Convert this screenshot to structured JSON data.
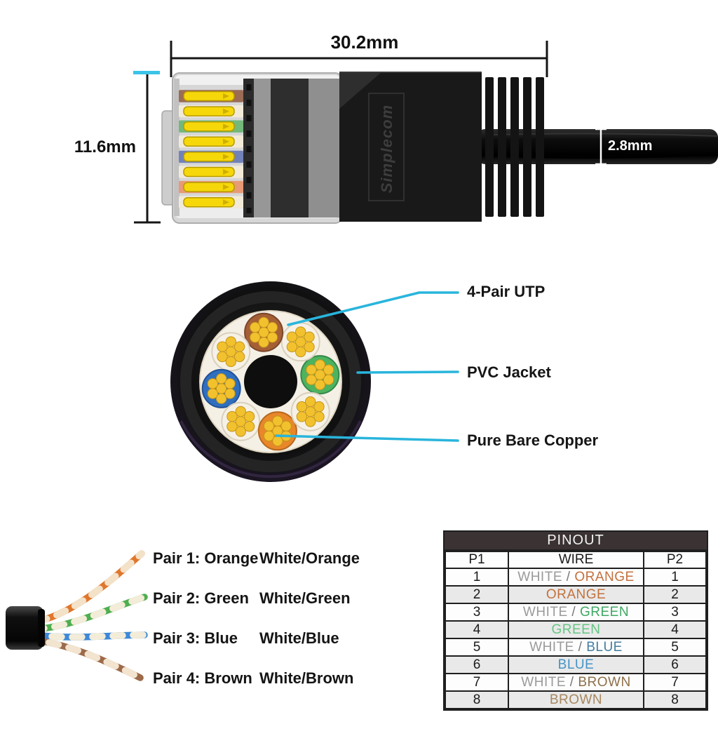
{
  "figure": {
    "brand_logo": "Simplecom",
    "dimensions": {
      "connector_width": "30.2mm",
      "connector_height": "11.6mm",
      "cable_diameter": "2.8mm"
    },
    "cross_section_callouts": [
      "4-Pair UTP",
      "PVC Jacket",
      "Pure Bare Copper"
    ],
    "colors": {
      "callout_line": "#29b5dc",
      "dimension_line": "#151515",
      "dimension_tick_accent": "#3bc3e8",
      "cable_black": "#141414",
      "pin_gold": "#f6d70a",
      "copper": "#f2c12e",
      "copper_edge": "#c3951c",
      "jacket_white_core": "#f5f0e5"
    },
    "connector": {
      "pin_band_colors": [
        "#9b6b55",
        "#f2ead8",
        "#74b87a",
        "#f2ead8",
        "#7282b8",
        "#f2ead8",
        "#e89a74",
        "#f2ead8"
      ],
      "pin_color": "#f6d70a",
      "pin_edge": "#b69b00",
      "pin_notch": "#cfae00"
    },
    "cross_section": {
      "wire_order": [
        "green",
        "white",
        "brown",
        "white",
        "blue",
        "white",
        "orange",
        "white"
      ],
      "wire_fill": {
        "white": "#f6f1e6",
        "brown": "#a55f35",
        "green": "#4db35f",
        "blue": "#2f6fbe",
        "orange": "#e8872a"
      },
      "wire_edge": {
        "white": "#d9d0bd",
        "brown": "#7c462a",
        "green": "#35884a",
        "blue": "#215095",
        "orange": "#b8671d"
      }
    },
    "pair_legend": [
      {
        "pair": "Pair 1: Orange",
        "mate": "White/Orange",
        "color": "#e0762c",
        "twist": "#f3e2c8"
      },
      {
        "pair": "Pair 2: Green",
        "mate": "White/Green",
        "color": "#4fae4f",
        "twist": "#f3ecd8"
      },
      {
        "pair": "Pair 3: Blue",
        "mate": "White/Blue",
        "color": "#3c88d8",
        "twist": "#f3ecd8"
      },
      {
        "pair": "Pair 4: Brown",
        "mate": "White/Brown",
        "color": "#9c6a4a",
        "twist": "#f3e4cf"
      }
    ],
    "pinout": {
      "title": "PINOUT",
      "columns": [
        "P1",
        "WIRE",
        "P2"
      ],
      "rows": [
        {
          "p1": "1",
          "p2": "1",
          "wire": [
            {
              "t": "WHITE",
              "c": "#9a9a9a"
            },
            {
              "t": " / ",
              "c": "#777777"
            },
            {
              "t": "ORANGE",
              "c": "#c4713d"
            }
          ]
        },
        {
          "p1": "2",
          "p2": "2",
          "wire": [
            {
              "t": "ORANGE",
              "c": "#c4713d"
            }
          ]
        },
        {
          "p1": "3",
          "p2": "3",
          "wire": [
            {
              "t": "WHITE",
              "c": "#9a9a9a"
            },
            {
              "t": " / ",
              "c": "#777777"
            },
            {
              "t": "GREEN",
              "c": "#3fa863"
            }
          ]
        },
        {
          "p1": "4",
          "p2": "4",
          "wire": [
            {
              "t": "GREEN",
              "c": "#66c584"
            }
          ]
        },
        {
          "p1": "5",
          "p2": "5",
          "wire": [
            {
              "t": "WHITE",
              "c": "#9a9a9a"
            },
            {
              "t": " / ",
              "c": "#777777"
            },
            {
              "t": "BLUE",
              "c": "#447d9e"
            }
          ]
        },
        {
          "p1": "6",
          "p2": "6",
          "wire": [
            {
              "t": "BLUE",
              "c": "#4494c6"
            }
          ]
        },
        {
          "p1": "7",
          "p2": "7",
          "wire": [
            {
              "t": "WHITE",
              "c": "#9a9a9a"
            },
            {
              "t": " / ",
              "c": "#777777"
            },
            {
              "t": "BROWN",
              "c": "#8d6f4a"
            }
          ]
        },
        {
          "p1": "8",
          "p2": "8",
          "wire": [
            {
              "t": "BROWN",
              "c": "#a8875f"
            }
          ]
        }
      ]
    }
  }
}
